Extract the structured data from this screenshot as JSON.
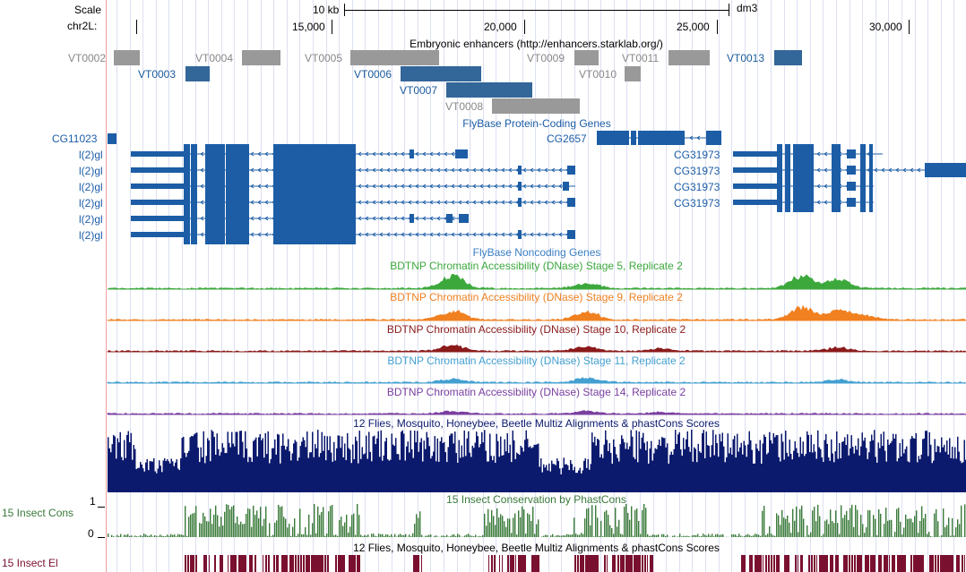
{
  "ruler": {
    "scale_label": "Scale",
    "chrom_label": "chr2L:",
    "scale_bar_text": "10 kb",
    "assembly": "dm3",
    "ticks": [
      "15,000",
      "20,000",
      "25,000",
      "30,000"
    ]
  },
  "enhancers": {
    "title": "Embryonic enhancers (http://enhancers.starklab.org/)",
    "items": [
      {
        "name": "VT0002",
        "style": "gray"
      },
      {
        "name": "VT0003",
        "style": "blue"
      },
      {
        "name": "VT0004",
        "style": "gray"
      },
      {
        "name": "VT0005",
        "style": "gray"
      },
      {
        "name": "VT0006",
        "style": "blue"
      },
      {
        "name": "VT0007",
        "style": "blue"
      },
      {
        "name": "VT0008",
        "style": "gray"
      },
      {
        "name": "VT0009",
        "style": "gray"
      },
      {
        "name": "VT0010",
        "style": "gray"
      },
      {
        "name": "VT0011",
        "style": "gray"
      },
      {
        "name": "VT0013",
        "style": "blue"
      }
    ],
    "colors": {
      "gray": "#999999",
      "blue": "#336699"
    }
  },
  "genes": {
    "title": "FlyBase Protein-Coding Genes",
    "color": "#1c5da6",
    "left_labels": [
      "CG11023",
      "l(2)gl",
      "l(2)gl",
      "l(2)gl",
      "l(2)gl",
      "l(2)gl",
      "l(2)gl"
    ],
    "middle_label": "CG2657",
    "right_labels": [
      "CG31973",
      "CG31973",
      "CG31973",
      "CG31973"
    ]
  },
  "noncoding": {
    "title": "FlyBase Noncoding Genes"
  },
  "dnase_tracks": [
    {
      "title": "BDTNP Chromatin Accessibility (DNase) Stage 5, Replicate 2",
      "color": "#3ca83c"
    },
    {
      "title": "BDTNP Chromatin Accessibility (DNase) Stage 9, Replicate 2",
      "color": "#f08020"
    },
    {
      "title": "BDTNP Chromatin Accessibility (DNase) Stage 10, Replicate 2",
      "color": "#8b1a1a"
    },
    {
      "title": "BDTNP Chromatin Accessibility (DNase) Stage 11, Replicate 2",
      "color": "#44a0d0"
    },
    {
      "title": "BDTNP Chromatin Accessibility (DNase) Stage 14, Replicate 2",
      "color": "#7a40a0"
    }
  ],
  "multiz": {
    "title": "12 Flies, Mosquito, Honeybee, Beetle Multiz Alignments & phastCons Scores",
    "color": "#0c1a6e"
  },
  "cons": {
    "title": "15 Insect Conservation by PhastCons",
    "side_label": "15 Insect Cons",
    "y_max": "1",
    "y_min": "0",
    "color": "#3a7a3a"
  },
  "elements": {
    "title": "12 Flies, Mosquito, Honeybee, Beetle Multiz Alignments & phastCons Scores",
    "side_label": "15 Insect El",
    "color": "#7a1030"
  }
}
